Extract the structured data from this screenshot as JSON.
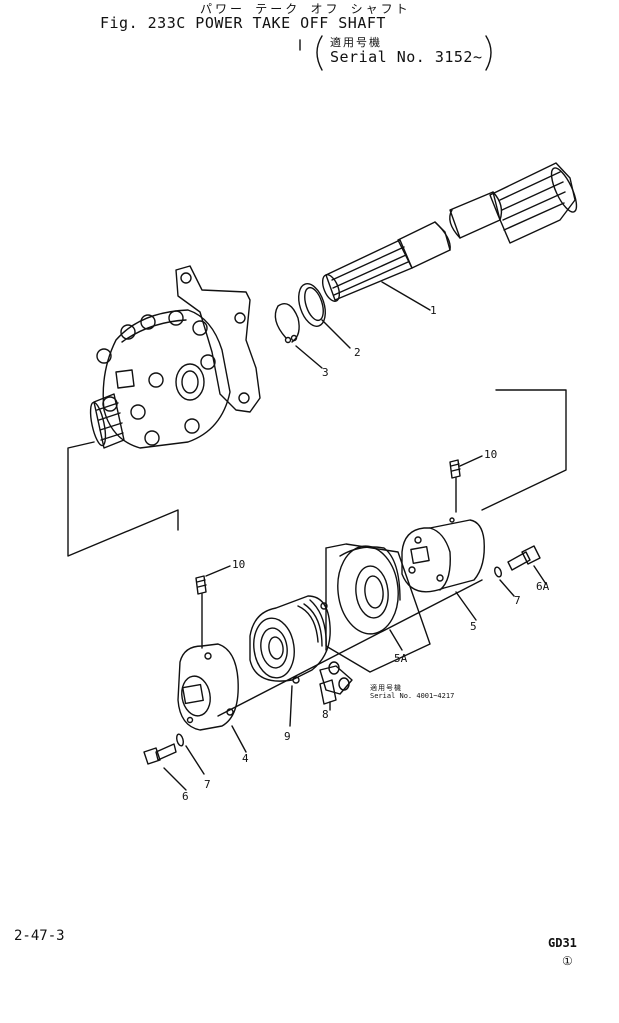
{
  "header": {
    "title_jp": "パワー テーク オフ シャフト",
    "fig_title": "Fig. 233C POWER TAKE OFF SHAFT",
    "applicability_jp": "適用号機",
    "serial": "Serial No. 3152~"
  },
  "note": {
    "jp": "適用号機",
    "serial": "Serial No. 4001~4217"
  },
  "callouts": {
    "p1": "1",
    "p2": "2",
    "p3": "3",
    "p4": "4",
    "p5": "5",
    "p5a": "5A",
    "p6": "6",
    "p6a": "6A",
    "p7a": "7",
    "p7b": "7",
    "p8": "8",
    "p9": "9",
    "p10a": "10",
    "p10b": "10"
  },
  "footer": {
    "page": "2-47-3",
    "model": "GD31",
    "revision": "①"
  }
}
